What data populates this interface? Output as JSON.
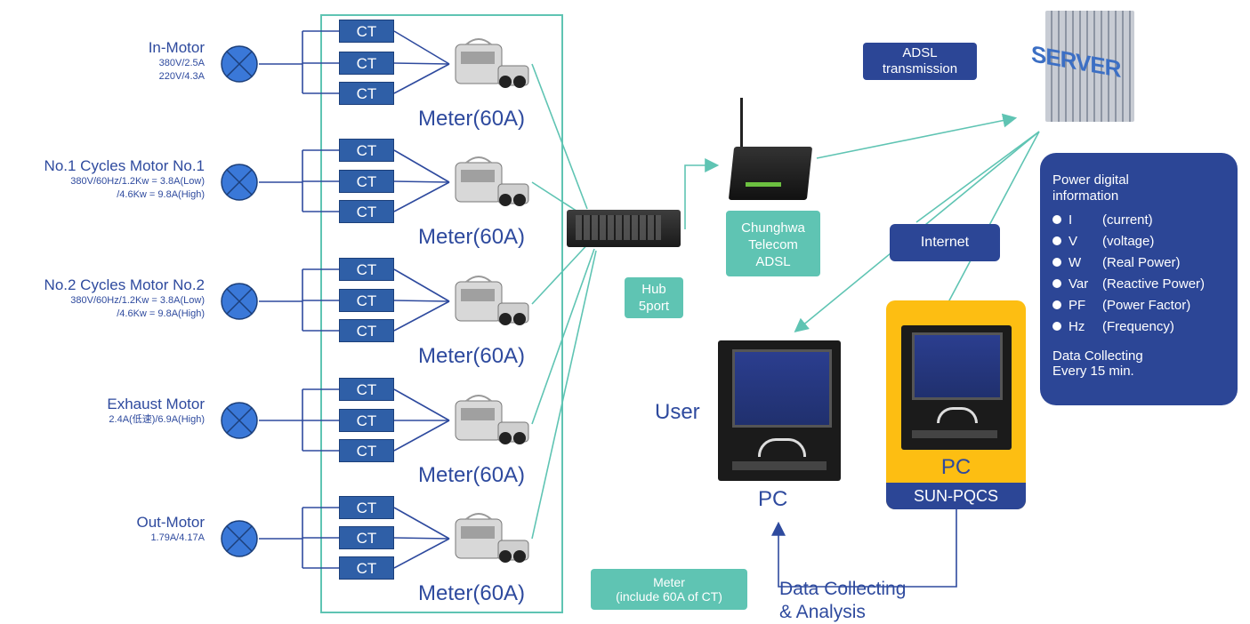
{
  "motors": [
    {
      "name": "In-Motor",
      "specs": [
        "380V/2.5A",
        "220V/4.3A"
      ]
    },
    {
      "name": "No.1  Cycles Motor No.1",
      "specs": [
        "380V/60Hz/1.2Kw = 3.8A(Low)",
        "/4.6Kw = 9.8A(High)"
      ]
    },
    {
      "name": "No.2  Cycles Motor No.2",
      "specs": [
        "380V/60Hz/1.2Kw = 3.8A(Low)",
        "/4.6Kw = 9.8A(High)"
      ]
    },
    {
      "name": "Exhaust Motor",
      "specs": [
        "2.4A(低速)/6.9A(High)"
      ]
    },
    {
      "name": "Out-Motor",
      "specs": [
        "1.79A/4.17A"
      ]
    }
  ],
  "ct_label": "CT",
  "meter_label": "Meter(60A)",
  "hub": {
    "line1": "Hub",
    "line2": "5port"
  },
  "adsl_modem": {
    "line1": "Chunghwa",
    "line2": "Telecom",
    "line3": "ADSL"
  },
  "adsl_transmission": {
    "line1": "ADSL",
    "line2": "transmission"
  },
  "server_text": "SERVER",
  "internet_label": "Internet",
  "user_label": "User",
  "pc_label": "PC",
  "sun_pc": {
    "top": "PC",
    "bottom": "SUN-PQCS"
  },
  "meter_note": {
    "line1": "Meter",
    "line2": "(include 60A of CT)"
  },
  "data_collecting": {
    "line1": "Data Collecting",
    "line2": "& Analysis"
  },
  "info_panel": {
    "title_line1": "Power digital",
    "title_line2": "information",
    "items": [
      {
        "symbol": "I",
        "desc": "(current)"
      },
      {
        "symbol": "V",
        "desc": "(voltage)"
      },
      {
        "symbol": "W",
        "desc": "(Real Power)"
      },
      {
        "symbol": "Var",
        "desc": "(Reactive Power)"
      },
      {
        "symbol": "PF",
        "desc": "(Power Factor)"
      },
      {
        "symbol": "Hz",
        "desc": "(Frequency)"
      }
    ],
    "footer_line1": "Data Collecting",
    "footer_line2": "Every 15 min."
  },
  "colors": {
    "teal": "#5fc4b3",
    "navy": "#2c4696",
    "ct_blue": "#2f5fa7",
    "motor_blue": "#3a78d8",
    "gold": "#fdbe12"
  }
}
